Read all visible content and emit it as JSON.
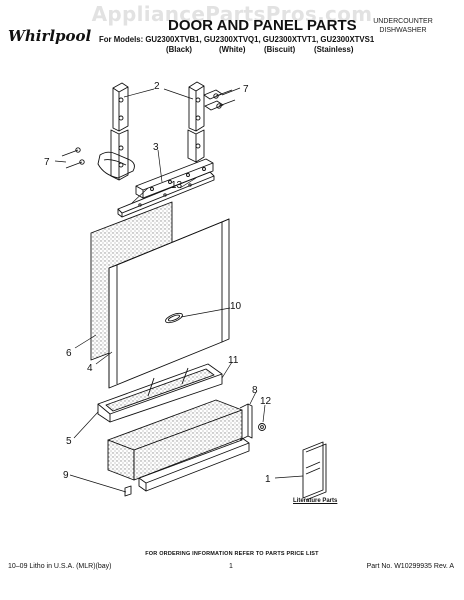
{
  "watermark": "AppliancePartsPros.com",
  "header": {
    "brand": "Whirlpool",
    "title": "DOOR AND PANEL PARTS",
    "models": "For Models: GU2300XTVB1, GU2300XTVQ1, GU2300XTVT1, GU2300XTVS1",
    "finishes": [
      "(Black)",
      "(White)",
      "(Biscuit)",
      "(Stainless)"
    ],
    "product_line1": "UNDERCOUNTER",
    "product_line2": "DISHWASHER"
  },
  "callouts": {
    "c1": "1",
    "c2": "2",
    "c3": "3",
    "c4": "4",
    "c5": "5",
    "c6": "6",
    "c7a": "7",
    "c7b": "7",
    "c8": "8",
    "c9": "9",
    "c10": "10",
    "c11": "11",
    "c12": "12",
    "c13": "13"
  },
  "literature_label": "Literature Parts",
  "footer": {
    "order_note": "FOR ORDERING INFORMATION REFER TO PARTS PRICE LIST",
    "left": "10–09 Litho in U.S.A. (MLR)(bay)",
    "page": "1",
    "right": "Part No. W10299935 Rev. A"
  },
  "colors": {
    "ink": "#111111",
    "speckle": "#9a9a9a",
    "watermark": "#969696"
  }
}
